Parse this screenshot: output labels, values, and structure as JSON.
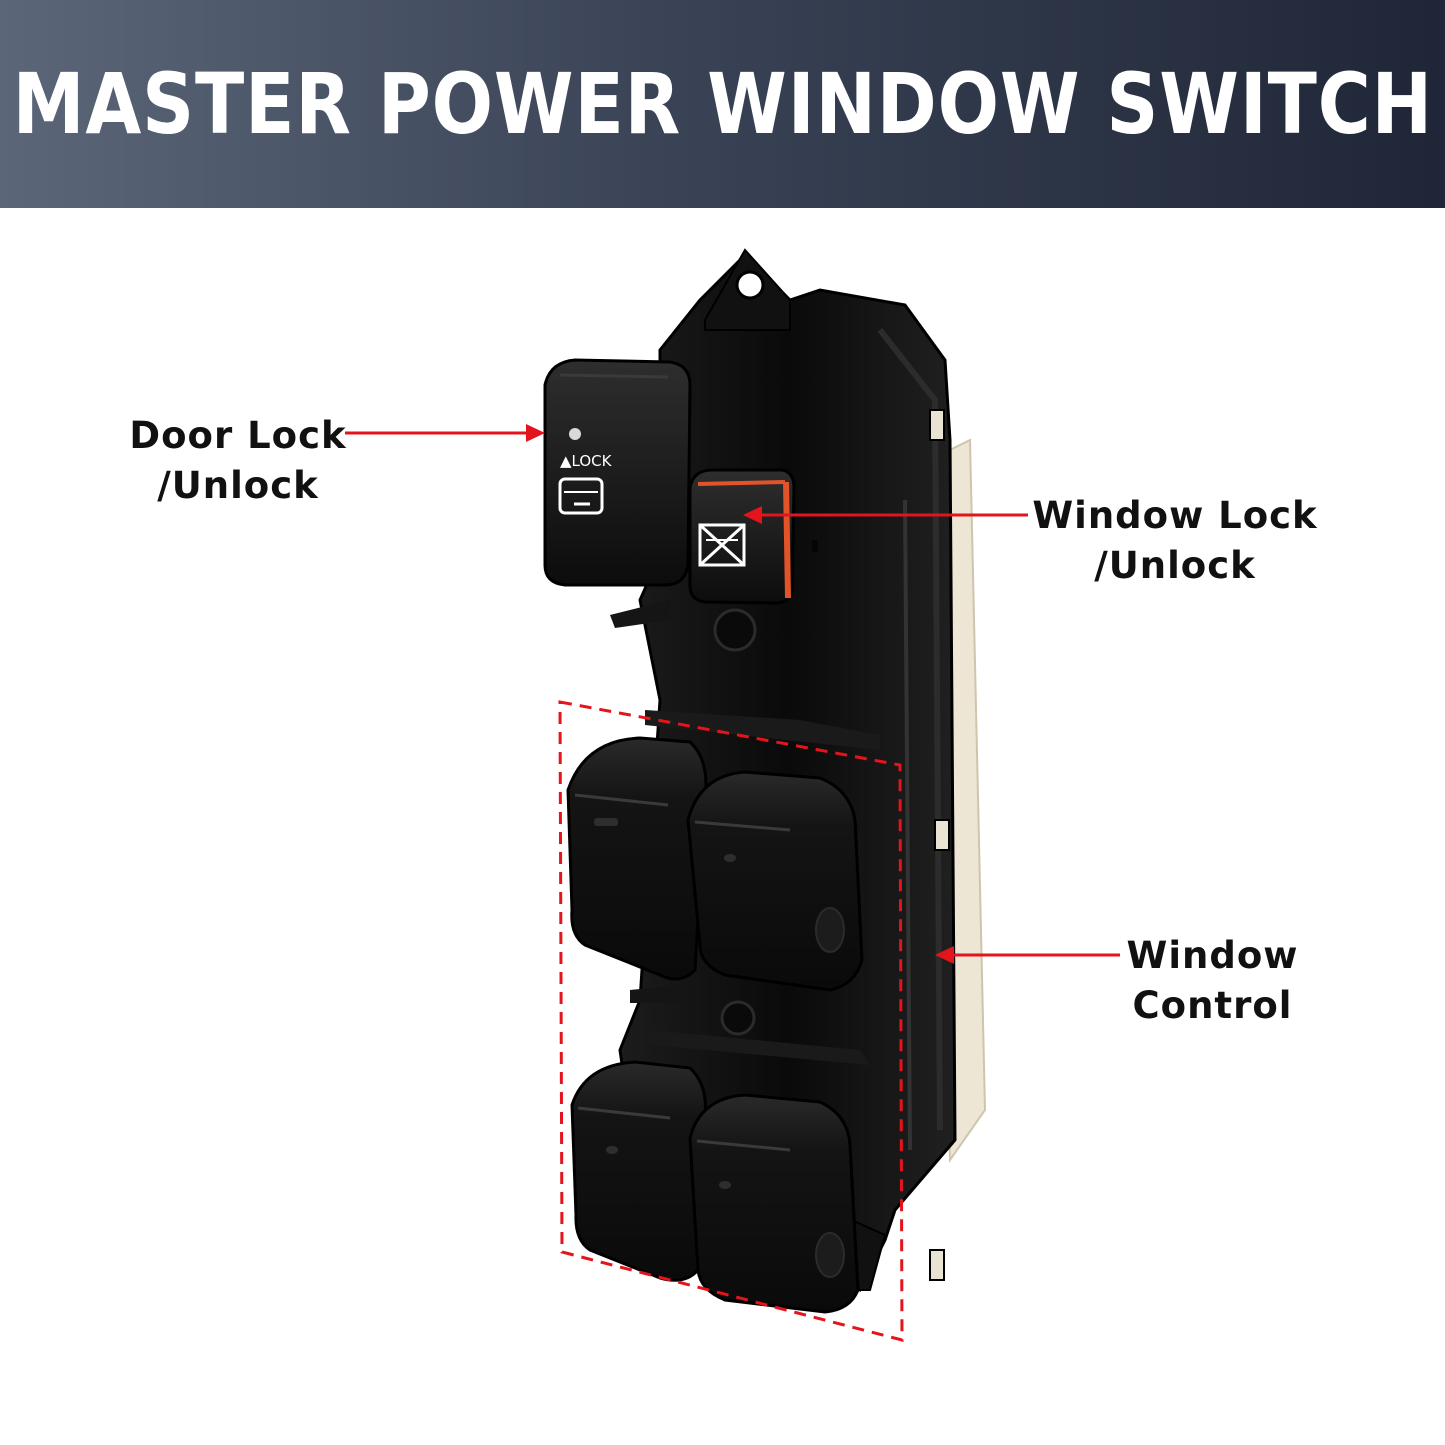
{
  "banner": {
    "title": "MASTER POWER WINDOW SWITCH"
  },
  "callouts": {
    "door_lock": {
      "line1": "Door Lock",
      "line2": "/Unlock"
    },
    "window_lock": {
      "line1": "Window Lock",
      "line2": "/Unlock"
    },
    "window_control": {
      "line1": "Window",
      "line2": "Control"
    }
  },
  "product": {
    "lock_button_text": "▲LOCK"
  },
  "colors": {
    "banner_start": "#5b6678",
    "banner_end": "#1f2637",
    "arrow": "#e3141b",
    "switch_body": "#0e0e0e",
    "accent_orange": "#e2532a",
    "backing": "#ede6d4"
  }
}
